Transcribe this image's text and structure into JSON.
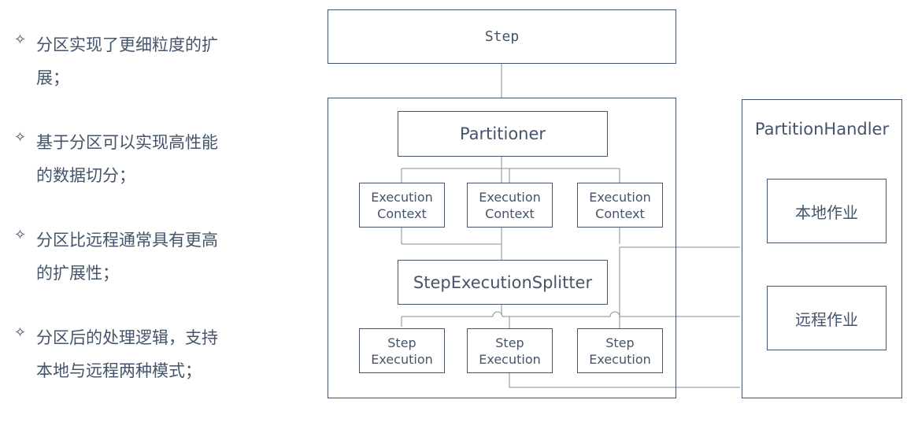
{
  "bullets": [
    {
      "mark": "✧",
      "line1": "分区实现了更细粒度的扩",
      "line2": "展；"
    },
    {
      "mark": "✧",
      "line1": "基于分区可以实现高性能",
      "line2": "的数据切分；"
    },
    {
      "mark": "✧",
      "line1": "分区比远程通常具有更高",
      "line2": "的扩展性；"
    },
    {
      "mark": "✧",
      "line1": "分区后的处理逻辑，支持",
      "line2": "本地与远程两种模式；"
    }
  ],
  "diagram": {
    "step": "Step",
    "partitioner": "Partitioner",
    "execution_contexts": [
      {
        "line1": "Execution",
        "line2": "Context"
      },
      {
        "line1": "Execution",
        "line2": "Context"
      },
      {
        "line1": "Execution",
        "line2": "Context"
      }
    ],
    "splitter": "StepExecutionSplitter",
    "step_executions": [
      {
        "line1": "Step",
        "line2": "Execution"
      },
      {
        "line1": "Step",
        "line2": "Execution"
      },
      {
        "line1": "Step",
        "line2": "Execution"
      }
    ],
    "handler": {
      "title": "PartitionHandler",
      "local": "本地作业",
      "remote": "远程作业"
    }
  },
  "colors": {
    "stroke": "#44546a",
    "connector": "#8a8f96"
  }
}
